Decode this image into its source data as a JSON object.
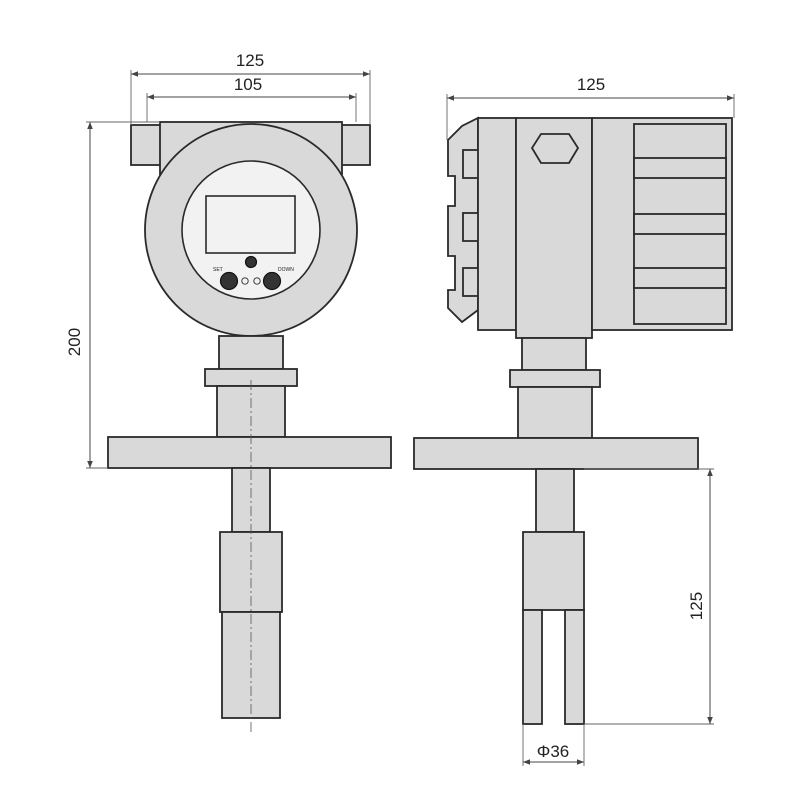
{
  "dimensions": {
    "front_width_outer": "125",
    "front_width_inner": "105",
    "front_height": "200",
    "side_width": "125",
    "side_probe_length": "125",
    "side_probe_diameter": "Φ36"
  },
  "display": {
    "set_label": "SET",
    "down_label": "DOWN"
  }
}
